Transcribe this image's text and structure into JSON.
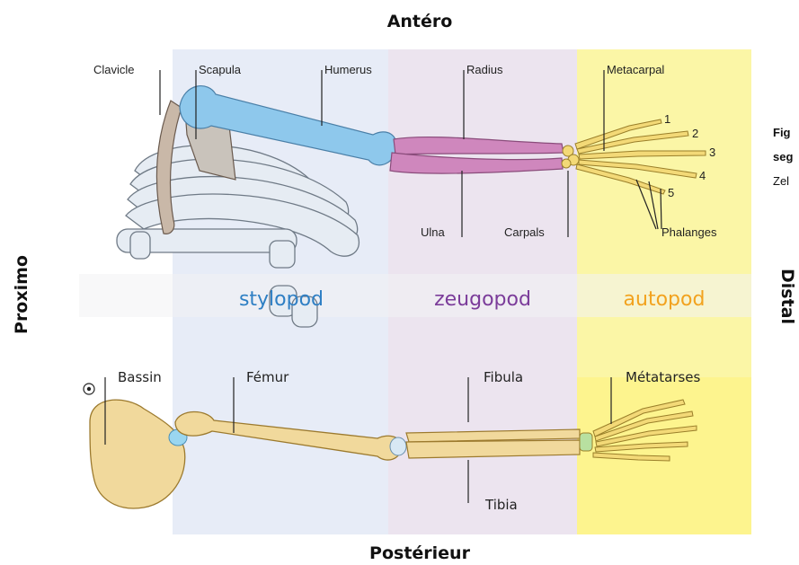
{
  "orientation": {
    "top": "Antéro",
    "bottom": "Postérieur",
    "left": "Proximo",
    "right": "Distal"
  },
  "segments": {
    "stylopod": {
      "label": "stylopod",
      "color": "#2e7fc4",
      "band": "#e7ecf7"
    },
    "zeugopod": {
      "label": "zeugopod",
      "color": "#7b3c9a",
      "band": "#ece4ef"
    },
    "autopod": {
      "label": "autopod",
      "color": "#f2a21e",
      "band": "#fbf6a6"
    }
  },
  "forelimb_labels": {
    "clavicle": "Clavicle",
    "scapula": "Scapula",
    "humerus": "Humerus",
    "radius": "Radius",
    "metacarpal": "Metacarpal",
    "ulna": "Ulna",
    "carpals": "Carpals",
    "phalanges": "Phalanges",
    "digits": [
      "1",
      "2",
      "3",
      "4",
      "5"
    ]
  },
  "hindlimb_labels": {
    "bassin": "Bassin",
    "femur": "Fémur",
    "fibula": "Fibula",
    "metatarses": "Métatarses",
    "tibia": "Tibia"
  },
  "caption": {
    "line1": "Fig",
    "line2": "seg",
    "line3": "Zel"
  },
  "colors": {
    "humerus": "#8ec8ec",
    "radius_ulna": "#cf87bd",
    "hand": "#f3d977",
    "hind_bone": "#f1d99c",
    "ribs": "#e6ecf3"
  }
}
